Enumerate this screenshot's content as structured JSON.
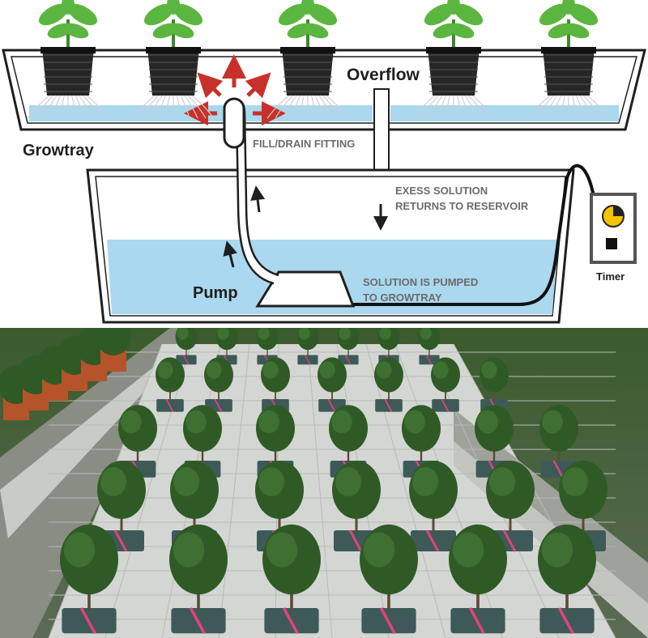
{
  "diagram": {
    "labels": {
      "overflow": "Overflow",
      "growtray": "Growtray",
      "fill_drain": "FILL/DRAIN FITTING",
      "excess_1": "EXESS SOLUTION",
      "excess_2": "RETURNS TO RESERVOIR",
      "pump": "Pump",
      "pumped_1": "SOLUTION IS PUMPED",
      "pumped_2": "TO GROWTRAY",
      "timer": "Timer"
    },
    "colors": {
      "water": "#aad8ee",
      "outline": "#1f1f1f",
      "arrow_red": "#c8312b",
      "leaf": "#5bb63f",
      "pot": "#262626",
      "timer_face": "#f5c400",
      "label_gray": "#6b6b6b"
    },
    "plant_count": 5
  },
  "photo": {
    "subject": "greenhouse-bench-with-potted-plants",
    "colors": {
      "foliage": "#2f5a26",
      "bench": "#d4d6d3",
      "pot": "#3d5a58",
      "ribbon": "#e0437a",
      "terracotta_pot": "#b5532a"
    }
  }
}
